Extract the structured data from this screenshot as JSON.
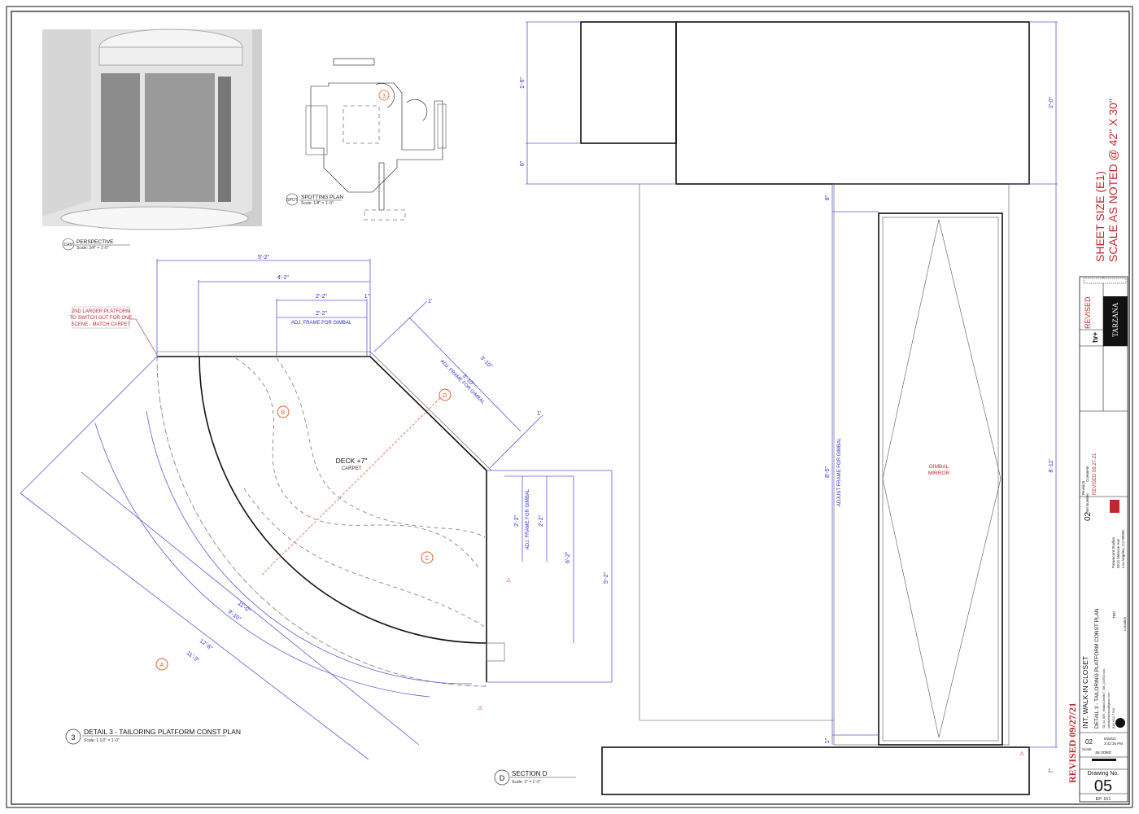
{
  "perspective": {
    "num": "CAM",
    "title": "PERSPECTIVE",
    "scale": "Scale: 3/4\" = 1'-0\""
  },
  "spotting": {
    "num": "SPOT",
    "title": "SPOTTING PLAN",
    "scale": "Scale: 1/8\" = 1'-0\"",
    "marker": "3"
  },
  "detail3": {
    "num": "3",
    "title": "DETAIL 3 - TAILORING PLATFORM CONST PLAN",
    "scale": "Scale: 1 1/2\" = 1'-0\""
  },
  "sectionD": {
    "num": "D",
    "title": "SECTION D",
    "scale": "Scale: 3\" = 1'-0\""
  },
  "note": [
    "2ND LARGER PLATFORM",
    "TO SWITCH OUT FOR ONE",
    "SCENE - MATCH CARPET"
  ],
  "deck": {
    "label": "DECK +7\"",
    "sub": "CARPET"
  },
  "markers": [
    "A",
    "B",
    "C",
    "D"
  ],
  "dims": {
    "top1": "5'-2\"",
    "top2": "4'-2\"",
    "top3": "2'-2\"",
    "top4": "2'-2\"",
    "top5": "1\"",
    "gimbal_top": "ADJ. FRAME FOR GIMBAL",
    "diag1": "1'",
    "diag2": "3'-10\"",
    "diag3": "3'-10\"",
    "diag4": "1'",
    "gimbal_diag": "ADJ. FRAME FOR GIMBAL",
    "r1": "2'-2\"",
    "r2": "2'-2\"",
    "r3": "6'-2\"",
    "r4": "5'-2\"",
    "gimbal_right": "ADJ. FRAME FOR GIMBAL",
    "arc1": "11'-0\"",
    "arc2": "9'-10\"",
    "arc3": "12'-6\"",
    "arc4": "11'-3\""
  },
  "section": {
    "d1": "1'-6\"",
    "d2": "6\"",
    "d3": "2'-0\"",
    "d4": "8\"",
    "d5": "8'-5\"",
    "d6": "8'-11\"",
    "d7": "1\"",
    "d8": "7\"",
    "frame": "ADJUST FRAME FOR GIMBAL",
    "mirror": [
      "GIMBAL",
      "MIRROR"
    ]
  },
  "sheet_note": [
    "SHEET SIZE (E1)",
    "SCALE AS NOTED @ 42\" X 30\""
  ],
  "revised_stamp": "REVISED 09/27/21",
  "title_block": {
    "revised": "REVISED",
    "show": "TARZANA",
    "brand": "tv+",
    "set_number_label": "Set Number",
    "set_number": "02",
    "revision_label": "Revision",
    "comment_label": "Comment",
    "rev1": "1",
    "rev1_comment": "REVISED 09.27.21",
    "studio": [
      "Paramount Studios",
      "5515 Melrose Ave",
      "Los Angeles, CA 90038"
    ],
    "location_label": "Location",
    "location": "TBD",
    "set_title": "INT. WALK-IN CLOSET",
    "drawing_title": "DETAIL 3 - TAILORING PLATFORM CONST PLAN",
    "file": "TA_02_SET_WalkInCloset07_SIB_210923.vwx",
    "email": "ruthafashionyou@gmail.com",
    "phone": "818-612-7764",
    "ep": "02",
    "date": "9/28/21",
    "time": "3:42:36 PM",
    "scale_label": "Scale:",
    "scale": "as noted",
    "drawing_no_label": "Drawing No.",
    "drawing_no": "05",
    "ep_no": "EP. 101"
  }
}
